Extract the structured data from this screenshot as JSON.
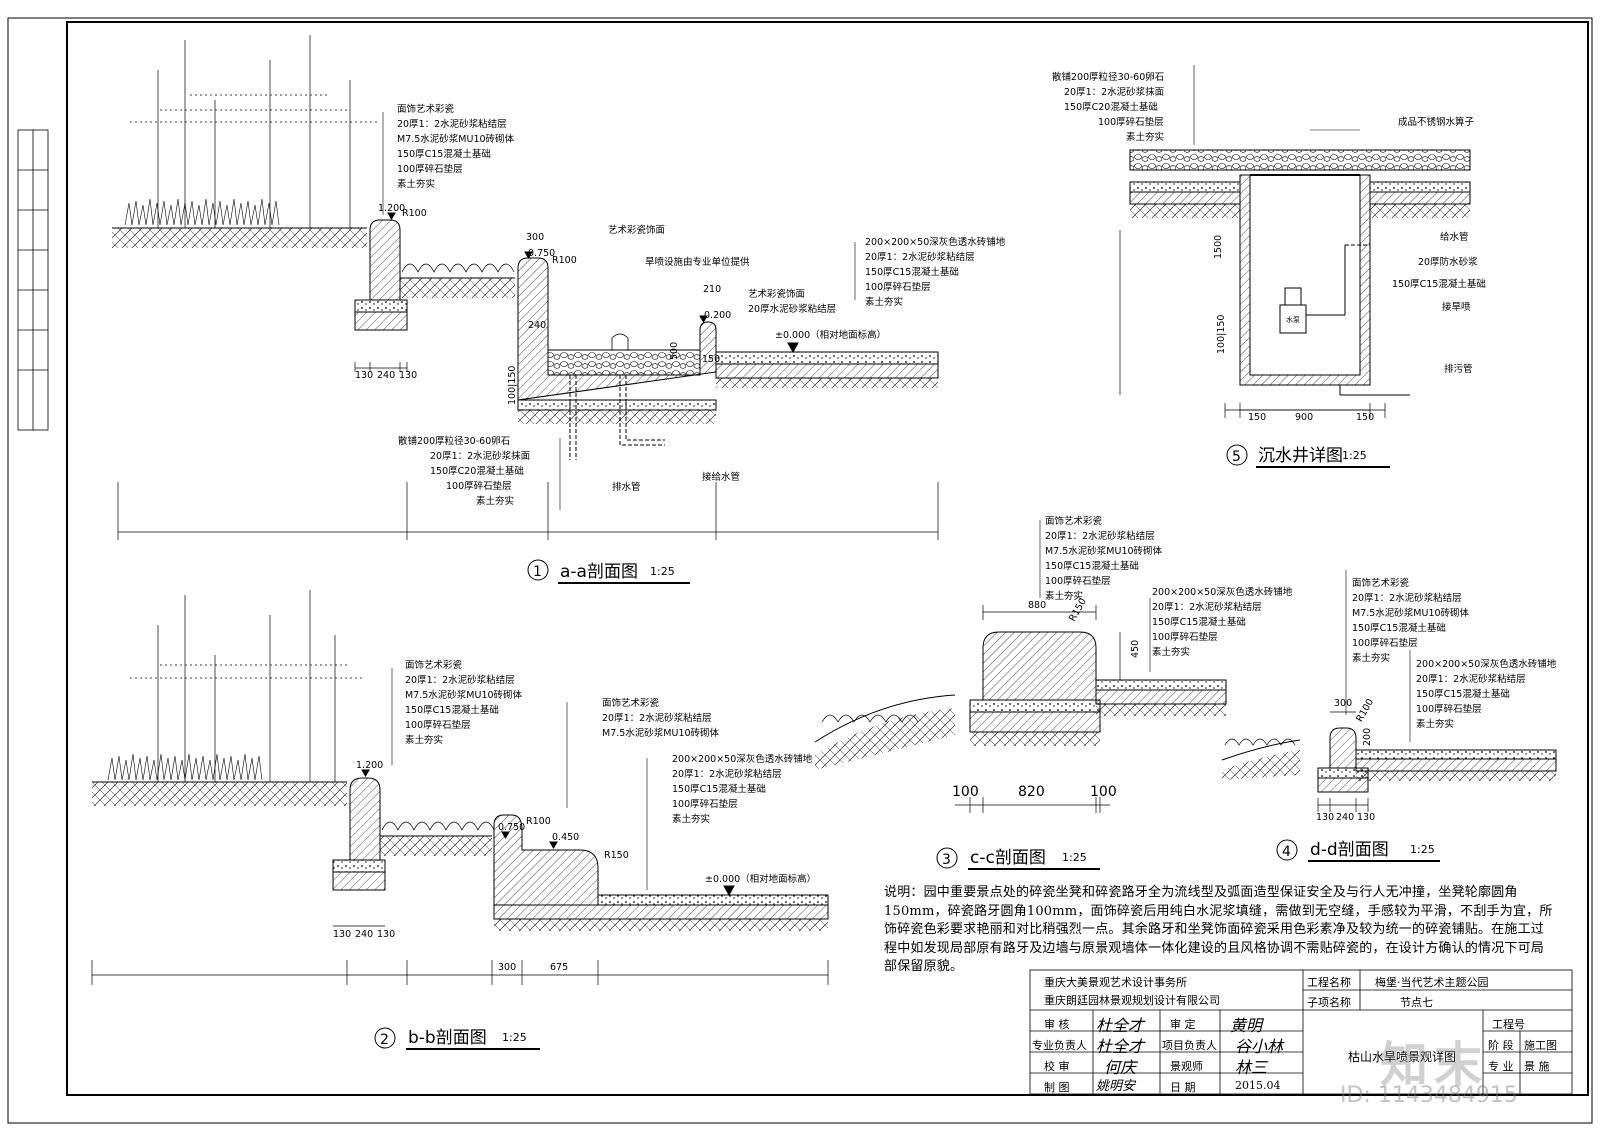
{
  "sections": {
    "aa": {
      "num": "1",
      "title": "a-a剖面图",
      "scale": "1:25"
    },
    "bb": {
      "num": "2",
      "title": "b-b剖面图",
      "scale": "1:25"
    },
    "cc": {
      "num": "3",
      "title": "c-c剖面图",
      "scale": "1:25"
    },
    "dd": {
      "num": "4",
      "title": "d-d剖面图",
      "scale": "1:25"
    },
    "well": {
      "num": "5",
      "title": "沉水井详图",
      "scale": "1:25"
    }
  },
  "labels": {
    "wall_layers": [
      "面饰艺术彩瓷",
      "20厚1：2水泥砂浆粘结层",
      "M7.5水泥砂浆MU10砖砌体",
      "150厚C15混凝土基础",
      "100厚碎石垫层",
      "素土夯实"
    ],
    "paving_layers": [
      "200×200×50深灰色透水砖铺地",
      "20厚1：2水泥砂浆粘结层",
      "150厚C15混凝土基础",
      "100厚碎石垫层",
      "素土夯实"
    ],
    "pebble_layers": [
      "散铺200厚粒径30-60卵石",
      "20厚1：2水泥砂浆抹面",
      "150厚C20混凝土基础",
      "100厚碎石垫层",
      "素土夯实"
    ],
    "aa_curb_face": "艺术彩瓷饰面",
    "aa_sprinkler": "旱喷设施由专业单位提供",
    "aa_curb_face2": "艺术彩瓷饰面",
    "aa_curb_bond": "20厚水泥砂浆粘结层",
    "aa_datum": "±0.000（相对地面标高）",
    "aa_drain": "排水管",
    "aa_supply": "接给水管",
    "bb_datum": "±0.000（相对地面标高）",
    "bb_wall_layers": [
      "面饰艺术彩瓷",
      "20厚1：2水泥砂浆粘结层",
      "M7.5水泥砂浆MU10砖砌体"
    ],
    "well_grate": "成品不锈钢水箅子",
    "well_supply": "给水管",
    "well_waterproof": "20厚防水砂浆",
    "well_base": "150厚C15混凝土基础",
    "well_spray": "接旱喷",
    "well_sewer": "排污管",
    "pump": "水泵"
  },
  "dims": {
    "aa_elev1": "1.200",
    "aa_r1": "R100",
    "aa_300": "300",
    "aa_elev2": "0.750",
    "aa_r2": "R100",
    "aa_210": "210",
    "aa_elev3": "0.200",
    "aa_240": "240",
    "aa_500": "500",
    "aa_150": "150",
    "aa_100_150": "100|150",
    "aa_bottom": [
      "130",
      "240",
      "130"
    ],
    "bb_elev1": "1.200",
    "bb_elev2": "0.750",
    "bb_r100": "R100",
    "bb_elev3": "0.450",
    "bb_r150": "R150",
    "bb_bottom": [
      "130",
      "240",
      "130"
    ],
    "bb_axis": [
      "300",
      "675"
    ],
    "cc_880": "880",
    "cc_r150": "R150",
    "cc_450": "450",
    "cc_bottom": [
      "100",
      "820",
      "100"
    ],
    "dd_300": "300",
    "dd_r100": "R100",
    "dd_200": "200",
    "dd_bottom": [
      "130",
      "240",
      "130"
    ],
    "well_1500": "1500",
    "well_100_150": "100|150",
    "well_bottom": [
      "150",
      "900",
      "150"
    ]
  },
  "notes": "说明：园中重要景点处的碎瓷坐凳和碎瓷路牙全为流线型及弧面造型保证安全及与行人无冲撞，坐凳轮廓圆角150mm，碎瓷路牙圆角100mm，面饰碎瓷后用纯白水泥浆填缝，需做到无空缝，手感较为平滑，不刮手为宜，所饰碎瓷色彩要求艳丽和对比稍强烈一点。其余路牙和坐凳饰面碎瓷采用色彩素净及较为统一的碎瓷铺贴。在施工过程中如发现局部原有路牙及边墙与原景观墙体一体化建设的且风格协调不需贴碎瓷的，在设计方确认的情况下可局部保留原貌。",
  "titleblock": {
    "company1": "重庆大美景观艺术设计事务所",
    "company2": "重庆朗廷园林景观规划设计有限公司",
    "project_label": "工程名称",
    "project_value": "梅堡·当代艺术主题公园",
    "subitem_label": "子项名称",
    "subitem_value": "节点七",
    "review": "审 核",
    "approve": "审 定",
    "lead": "专业负责人",
    "proj_lead": "项目负责人",
    "check": "校 审",
    "landscape": "景观师",
    "draw": "制 图",
    "date_label": "日 期",
    "date_value": "2015.04",
    "drawing_title": "枯山水旱喷景观详图",
    "project_no_label": "工程号",
    "stage_label": "阶 段",
    "stage_value": "施工图",
    "discipline_label": "专 业",
    "discipline_value": "景 施",
    "sig_review": "杜全才",
    "sig_approve": "黄明",
    "sig_lead": "杜全才",
    "sig_proj_lead": "谷小林",
    "sig_check": "何庆",
    "sig_landscape": "林三",
    "sig_draw": "姚明安"
  },
  "watermark": {
    "logo": "知末",
    "id": "ID: 1143484915"
  }
}
